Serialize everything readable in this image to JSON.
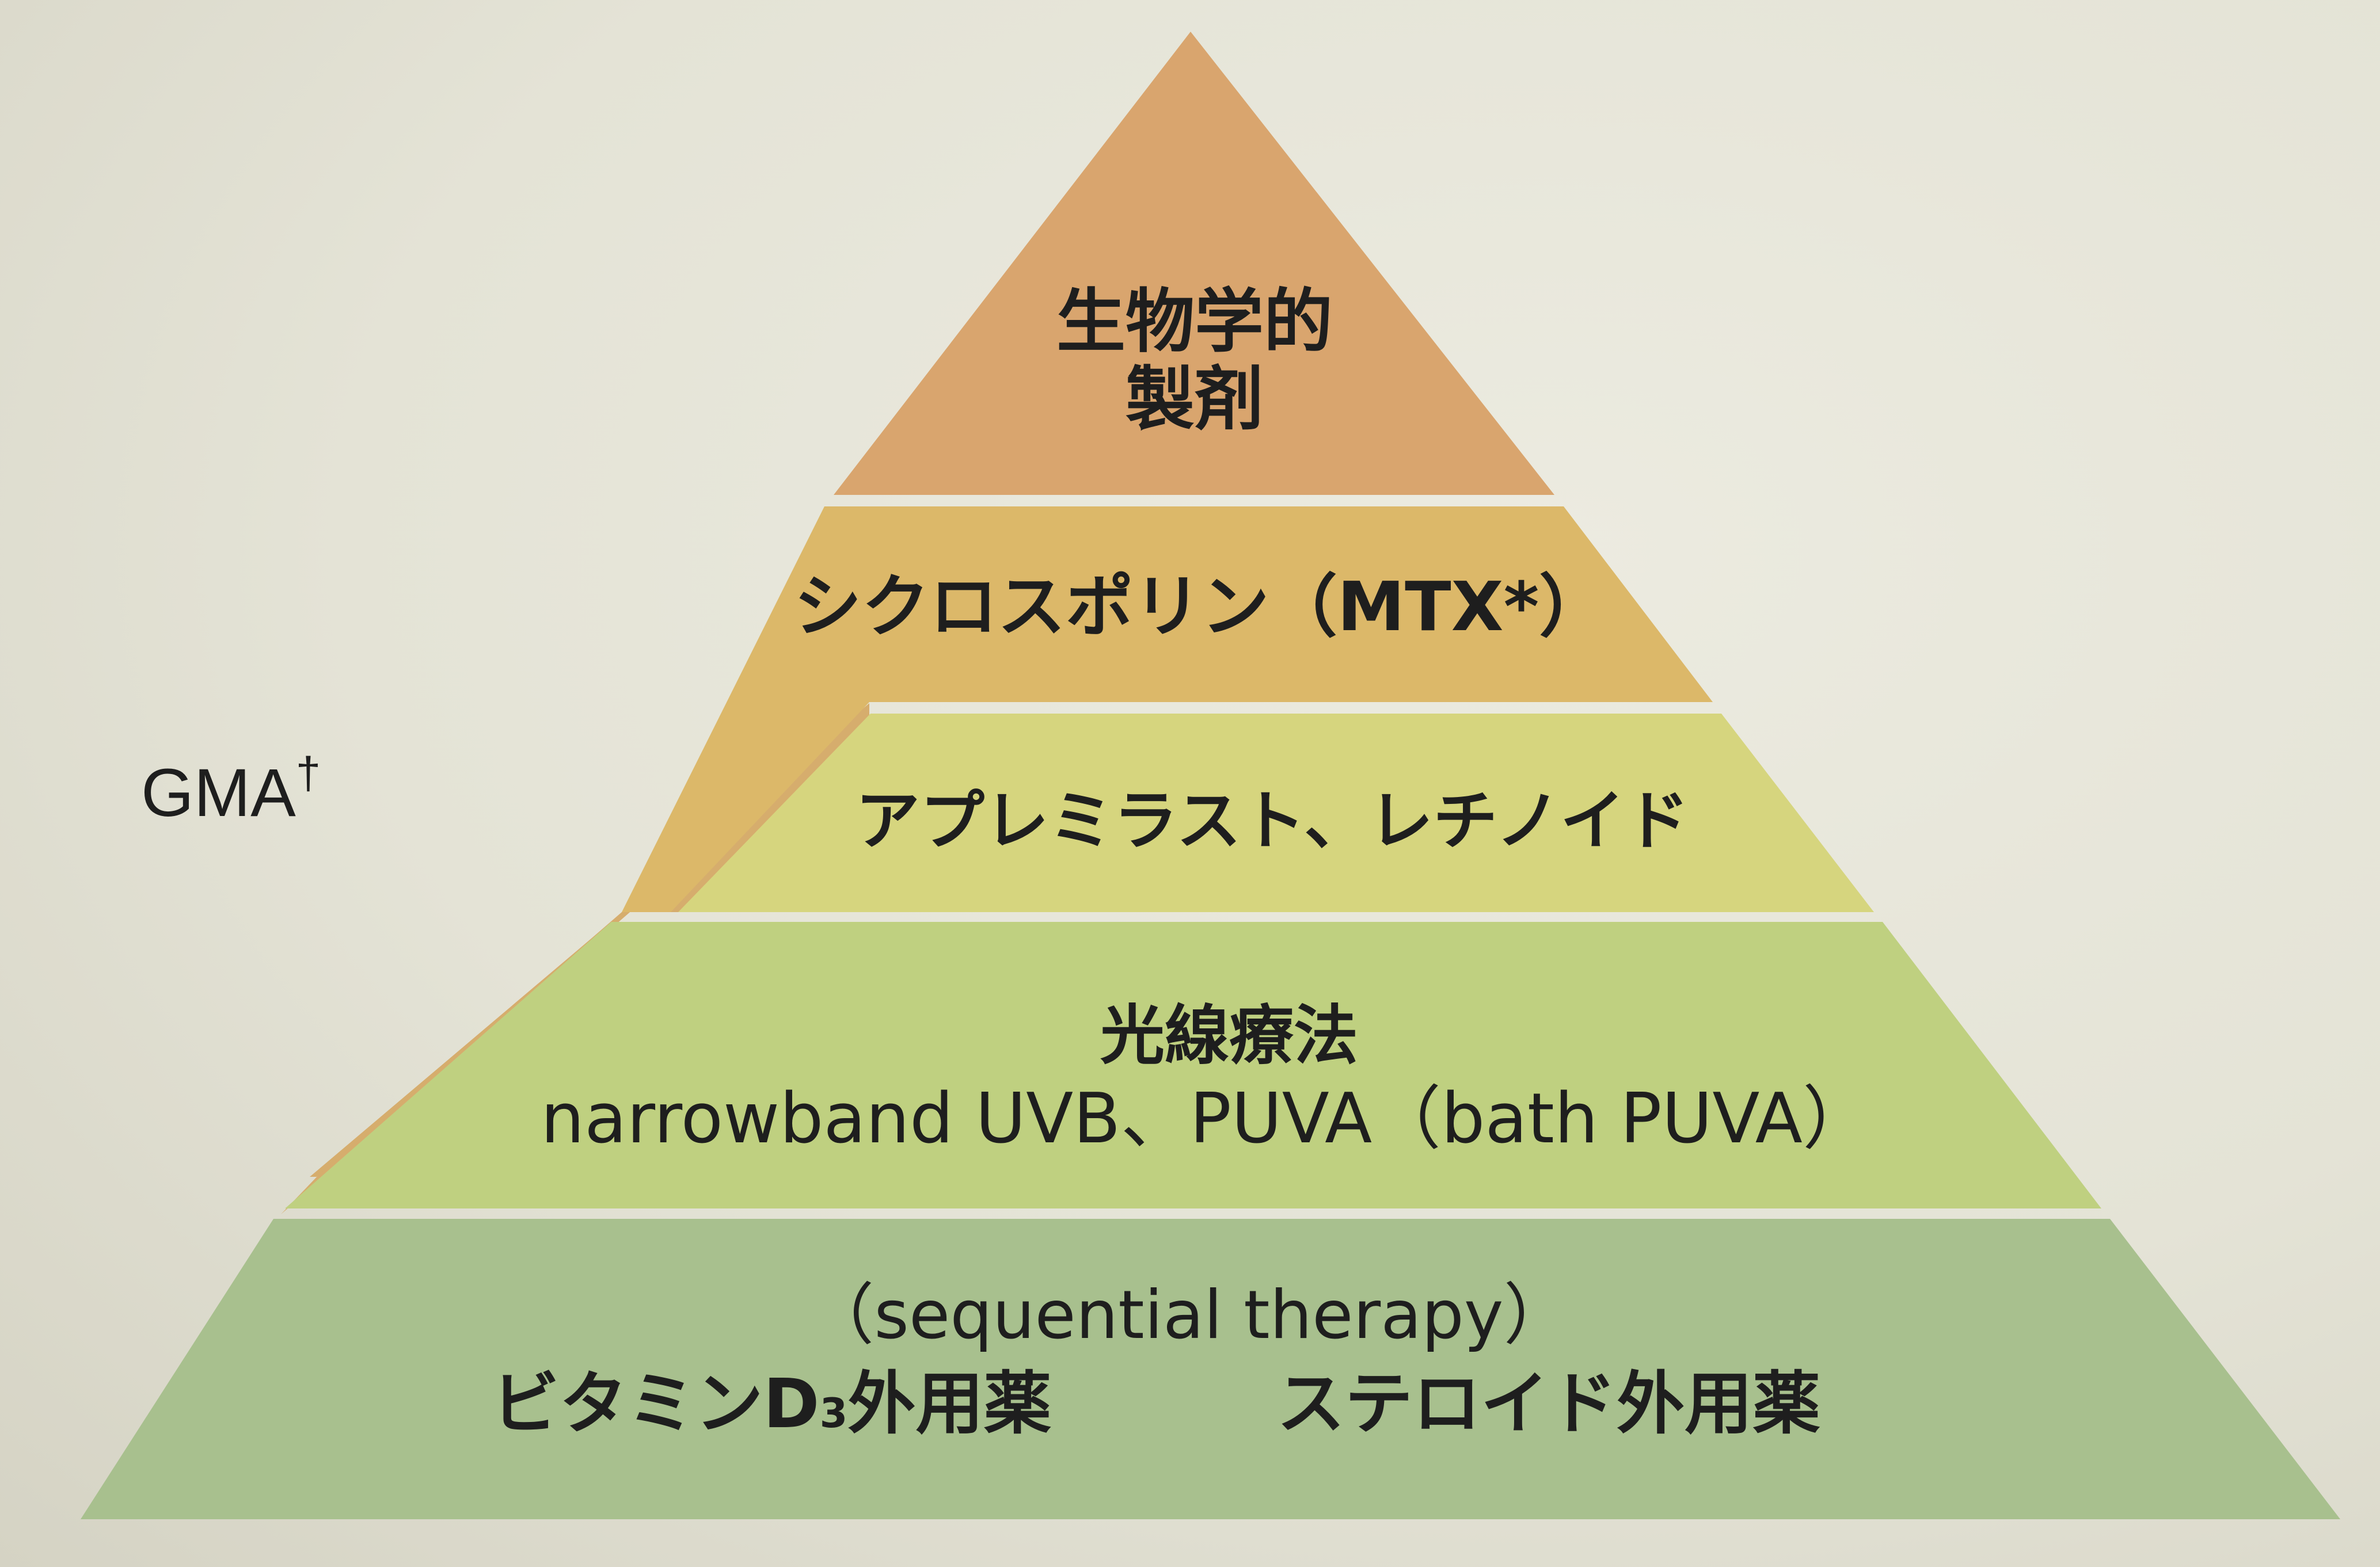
{
  "tiers": {
    "top": {
      "line1": "生物学的",
      "line2": "製剤",
      "color": "#d9a56e"
    },
    "second": {
      "label": "シクロスポリン（MTX*）",
      "color": "#dcb869"
    },
    "third": {
      "label": "アプレミラスト、レチノイド",
      "color": "#d6d57e"
    },
    "fourth": {
      "line1": "光線療法",
      "line2": "narrowband UVB、PUVA（bath PUVA）",
      "color": "#bfd080"
    },
    "base": {
      "line1": "（sequential therapy）",
      "left_prefix": "ビタミンD",
      "left_subscript": "3",
      "left_suffix": "外用薬",
      "right": "ステロイド外用薬",
      "color": "#a8c08e"
    }
  },
  "side": {
    "label": "GMA",
    "mark": "†",
    "band_color": "#d6ad6d"
  },
  "colors": {
    "divider": "#efeee2",
    "text": "#1e1e1e"
  }
}
